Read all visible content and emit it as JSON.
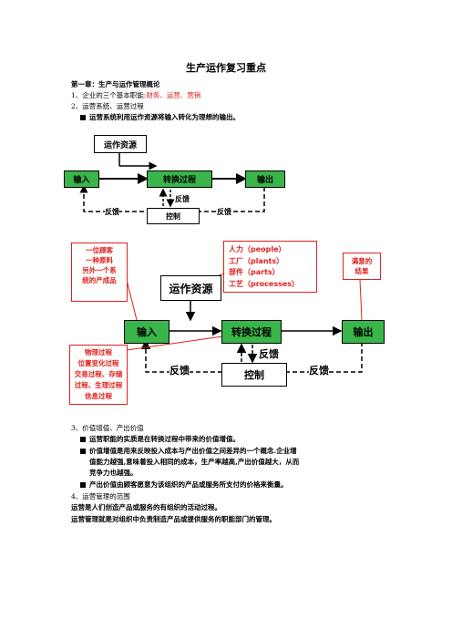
{
  "title": "生产运作复习重点",
  "chapter": "第一章：生产与运作管理概论",
  "s1": {
    "label": "1、企业的三个基本职能:",
    "value": "财务、运营、营销"
  },
  "s2": {
    "label": "2、运营系统、运营过程",
    "bullet": "运营系统利用运作资源将输入转化为理想的输出。"
  },
  "d1": {
    "resource": "运作资源",
    "input": "输入",
    "process": "转换过程",
    "output": "输出",
    "feedback": "反馈",
    "control": "控制"
  },
  "d2": {
    "left_top": [
      "一位顾客",
      "一种原料",
      "另外一个系",
      "统的产成品"
    ],
    "resources": [
      "人力（people）",
      "工厂（plants）",
      "部件（parts）",
      "工艺（processes）"
    ],
    "result": [
      "满意的",
      "结果"
    ],
    "left_bottom": [
      "物理过程",
      "位置变化过程",
      "交易过程、存储",
      "过程、生理过程",
      "信息过程"
    ],
    "resource": "运作资源",
    "input": "输入",
    "process": "转换过程",
    "output": "输出",
    "feedback": "反馈",
    "control": "控制"
  },
  "s3": {
    "label": "3、价值增值、产出价值",
    "bullets": [
      "运营职能的实质是在转换过程中带来的价值增值。",
      "价值增值是用来反映投入成本与产出价值之间差异的一个概念.企业增",
      "值能力越强,意味着投入相同的成本，生产率越高,产出价值越大，从而",
      "竞争力也越强。",
      "产出价值由顾客愿意为该组织的产品或服务所支付的价格来衡量。"
    ]
  },
  "s4": {
    "label": "4、运营管理的范围",
    "lines": [
      "运营是人们创造产品或服务的有组织的活动过程。",
      "运营管理就是对组织中负责制造产品或提供服务的职能部门的管理。"
    ]
  }
}
